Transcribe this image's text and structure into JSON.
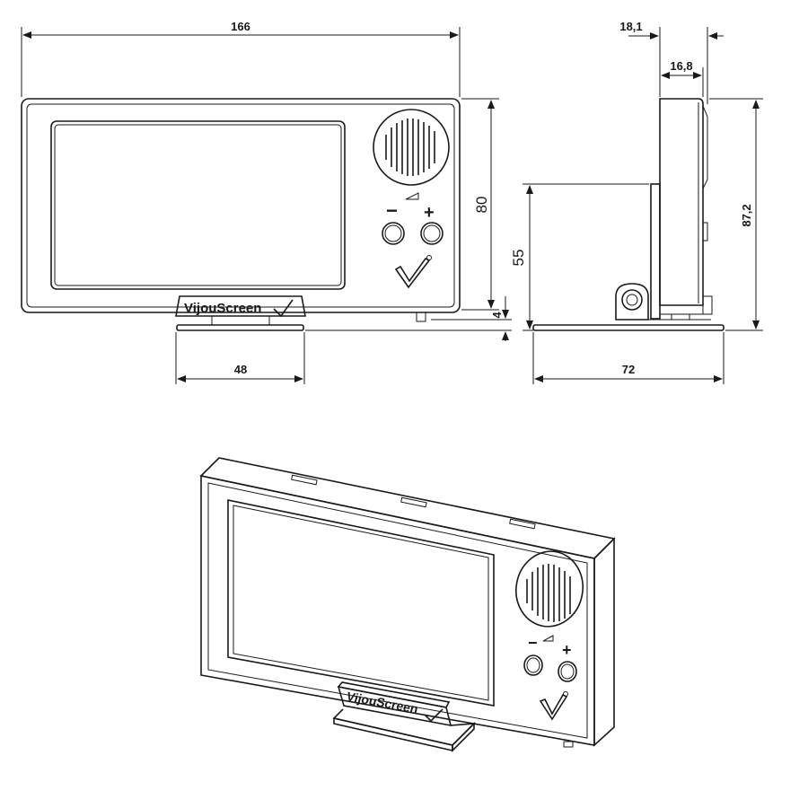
{
  "brand": {
    "name": "VijouScreen"
  },
  "dimensions": {
    "total_width": "166",
    "height": "80",
    "stand_width": "48",
    "stand_offset": "4",
    "depth_total": "18,1",
    "depth_body": "16,8",
    "stand_height": "55",
    "total_height": "87,2",
    "base_depth": "72"
  },
  "controls": {
    "minus_label": "−",
    "plus_label": "+"
  },
  "icons": [
    "speaker-grille-icon",
    "volume-ramp-icon",
    "checkmark-logo-icon"
  ]
}
